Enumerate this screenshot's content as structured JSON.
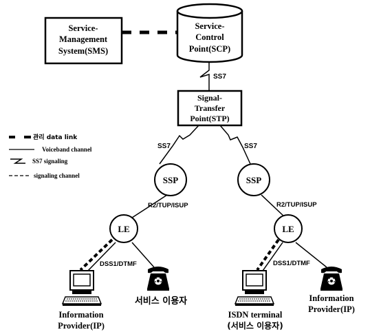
{
  "nodes": {
    "sms": [
      "Service-",
      "Management",
      "System(SMS)"
    ],
    "scp": [
      "Service-",
      "Control",
      "Point(SCP)"
    ],
    "stp": [
      "Signal-",
      "Transfer",
      "Point(STP)"
    ],
    "ssp_left": "SSP",
    "ssp_right": "SSP",
    "le_left": "LE",
    "le_right": "LE"
  },
  "links": {
    "scp_stp": "SS7",
    "stp_ssp_left": "SS7",
    "stp_ssp_right": "SS7",
    "ssp_le_left": "R2/TUP/ISUP",
    "ssp_le_right": "R2/TUP/ISUP",
    "le_term_left": "DSS1/DTMF",
    "le_term_right": "DSS1/DTMF"
  },
  "legend": {
    "data_link": "관리 data link",
    "voiceband": "Voiceband channel",
    "ss7": "SS7 signaling",
    "signaling": "signaling channel"
  },
  "terminals": {
    "ip_left": [
      "Information",
      "Provider(IP)"
    ],
    "user_left": "서비스 이용자",
    "isdn": [
      "ISDN terminal",
      "(서비스 이용자)"
    ],
    "ip_right": [
      "Information",
      "Provider(IP)"
    ]
  },
  "icons": {
    "computer_left": "computer-terminal-icon",
    "phone_left": "telephone-icon",
    "computer_right": "computer-terminal-icon",
    "phone_right": "telephone-icon"
  }
}
